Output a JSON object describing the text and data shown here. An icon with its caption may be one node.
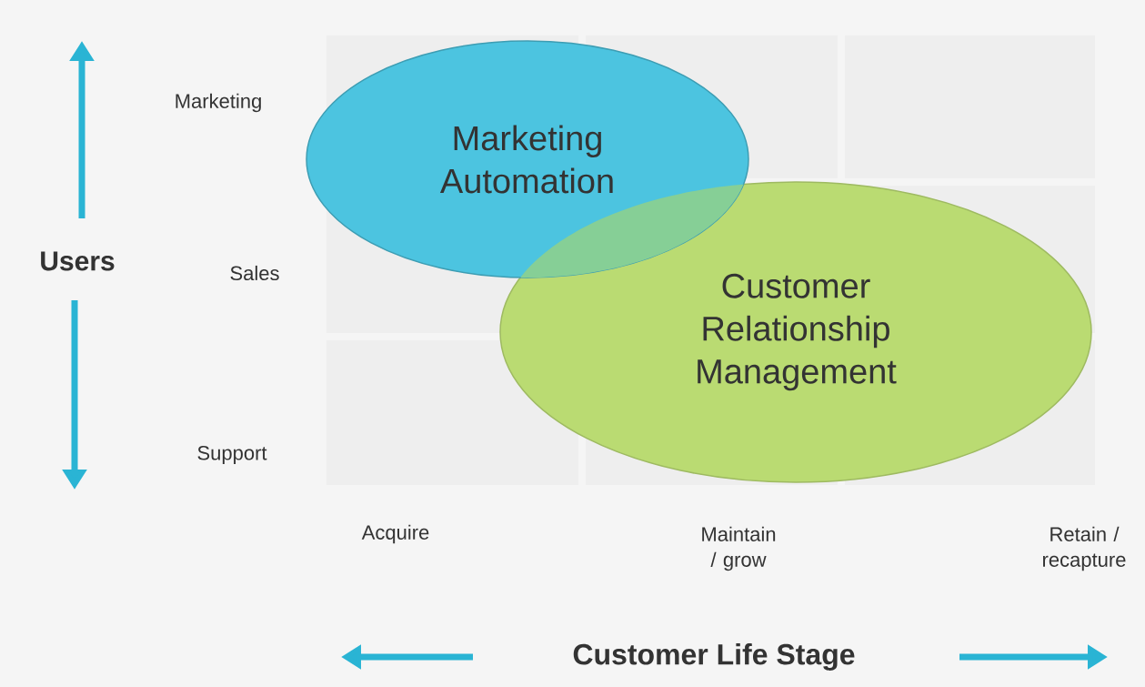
{
  "diagram": {
    "nodes": [
      {
        "text": [
          "Marketing Automation"
        ]
      },
      {
        "text": [
          "Customer Relationship Management"
        ]
      }
    ],
    "edges": [],
    "labels": [
      "Users",
      "Marketing",
      "Sales",
      "Support",
      "Acquire",
      "Maintain / grow",
      "Retain / recapture",
      "Customer Life Stage"
    ]
  }
}
